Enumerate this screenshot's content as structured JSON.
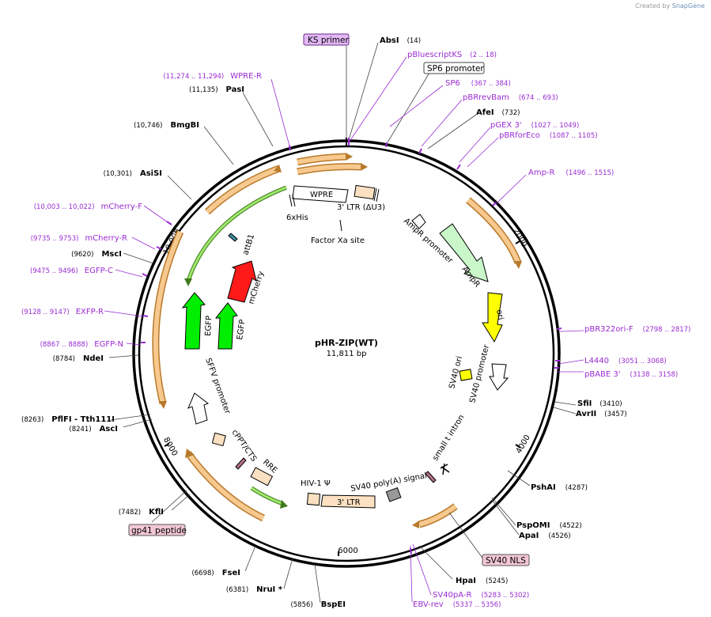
{
  "credit": {
    "prefix": "Created by",
    "brand": "SnapGene"
  },
  "plasmid": {
    "name": "pHR-ZIP(WT)",
    "length": 11811,
    "length_label": "11,811 bp"
  },
  "colors": {
    "primer": "#9a2bd1",
    "enzyme": "#000000",
    "orange_arrow": "#f7c98f",
    "amp": "#c9f7c9",
    "ori": "#ffff00",
    "egfp": "#00ee00",
    "mcherry": "#ff1a1a",
    "ltr": "#fbe0c1",
    "grey_box": "#999999"
  },
  "ticks": [
    "2000",
    "4000",
    "6000",
    "8000",
    "10,000"
  ],
  "enzymes": [
    {
      "name": "AbsI",
      "pos": "(14)",
      "bp": 14,
      "side": "R"
    },
    {
      "name": "AfeI",
      "pos": "(732)",
      "bp": 732,
      "side": "R"
    },
    {
      "name": "SfiI",
      "pos": "(3410)",
      "bp": 3410,
      "side": "R"
    },
    {
      "name": "AvrII",
      "pos": "(3457)",
      "bp": 3457,
      "side": "R"
    },
    {
      "name": "PshAI",
      "pos": "(4287)",
      "bp": 4287,
      "side": "R"
    },
    {
      "name": "PspOMI",
      "pos": "(4522)",
      "bp": 4522,
      "side": "R"
    },
    {
      "name": "ApaI",
      "pos": "(4526)",
      "bp": 4526,
      "side": "R"
    },
    {
      "name": "HpaI",
      "pos": "(5245)",
      "bp": 5245,
      "side": "R"
    },
    {
      "name": "BspEI",
      "pos": "(5856)",
      "bp": 5856,
      "side": "L"
    },
    {
      "name": "NruI *",
      "pos": "(6381)",
      "bp": 6381,
      "side": "L"
    },
    {
      "name": "FseI",
      "pos": "(6698)",
      "bp": 6698,
      "side": "L"
    },
    {
      "name": "KflI",
      "pos": "(7482)",
      "bp": 7482,
      "side": "L"
    },
    {
      "name": "AscI",
      "pos": "(8241)",
      "bp": 8241,
      "side": "L"
    },
    {
      "name": "PflFI - Tth111I",
      "pos": "(8263)",
      "bp": 8263,
      "side": "L"
    },
    {
      "name": "NdeI",
      "pos": "(8784)",
      "bp": 8784,
      "side": "L"
    },
    {
      "name": "MscI",
      "pos": "(9620)",
      "bp": 9620,
      "side": "L"
    },
    {
      "name": "AsiSI",
      "pos": "(10,301)",
      "bp": 10301,
      "side": "L"
    },
    {
      "name": "BmgBI",
      "pos": "(10,746)",
      "bp": 10746,
      "side": "L"
    },
    {
      "name": "PasI",
      "pos": "(11,135)",
      "bp": 11135,
      "side": "L"
    }
  ],
  "primers": [
    {
      "name": "pBluescriptKS",
      "pos": "(2 .. 18)",
      "side": "R"
    },
    {
      "name": "SP6",
      "pos": "(367 .. 384)",
      "side": "R"
    },
    {
      "name": "pBRrevBam",
      "pos": "(674 .. 693)",
      "side": "R"
    },
    {
      "name": "pGEX 3'",
      "pos": "(1027 .. 1049)",
      "side": "R"
    },
    {
      "name": "pBRforEco",
      "pos": "(1087 .. 1105)",
      "side": "R"
    },
    {
      "name": "Amp-R",
      "pos": "(1496 .. 1515)",
      "side": "R"
    },
    {
      "name": "pBR322ori-F",
      "pos": "(2798 .. 2817)",
      "side": "R"
    },
    {
      "name": "L4440",
      "pos": "(3051 .. 3068)",
      "side": "R"
    },
    {
      "name": "pBABE 3'",
      "pos": "(3138 .. 3158)",
      "side": "R"
    },
    {
      "name": "SV40pA-R",
      "pos": "(5283 .. 5302)",
      "side": "R"
    },
    {
      "name": "EBV-rev",
      "pos": "(5337 .. 5356)",
      "side": "R"
    },
    {
      "name": "EGFP-N",
      "pos": "(8867 .. 8888)",
      "side": "L"
    },
    {
      "name": "EXFP-R",
      "pos": "(9128 .. 9147)",
      "side": "L"
    },
    {
      "name": "EGFP-C",
      "pos": "(9475 .. 9496)",
      "side": "L"
    },
    {
      "name": "mCherry-R",
      "pos": "(9735 .. 9753)",
      "side": "L"
    },
    {
      "name": "mCherry-F",
      "pos": "(10,003 .. 10,022)",
      "side": "L"
    },
    {
      "name": "WPRE-R",
      "pos": "(11,274 .. 11,294)",
      "side": "L"
    }
  ],
  "boxed_labels": {
    "ks_primer": "KS primer",
    "sp6_promoter": "SP6 promoter",
    "sv40_nls": "SV40 NLS",
    "gp41_peptide": "gp41 peptide"
  },
  "features": {
    "wpre": "WPRE",
    "ltr3_du3": "3' LTR (ΔU3)",
    "his6": "6xHis",
    "factor_xa": "Factor Xa site",
    "attb1": "attB1",
    "mcherry": "mCherry",
    "egfp1": "EGFP",
    "egfp2": "EGFP",
    "ampr_promoter": "AmpR promoter",
    "ampr": "AmpR",
    "ori": "ori",
    "sv40_promoter": "SV40 promoter",
    "sv40_ori": "SV40 ori",
    "small_t_intron": "small t intron",
    "sv40_polya": "SV40 poly(A) signal",
    "ltr3": "3' LTR",
    "hiv1_psi": "HIV-1 Ψ",
    "rre": "RRE",
    "cppt_cts": "cPPT/CTS",
    "sffv_promoter": "SFFV promoter"
  }
}
